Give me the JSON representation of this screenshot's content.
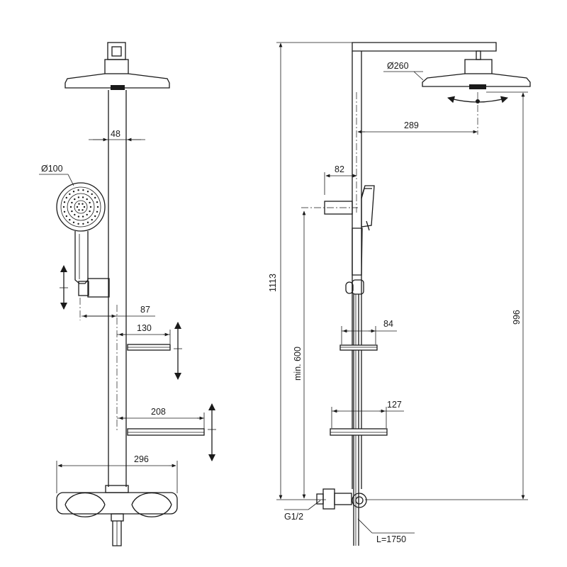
{
  "front_view": {
    "shower_width": "48",
    "hand_shower_dia": "Ø100",
    "hand_offset": "87",
    "shelf_small": "130",
    "shelf_large": "208",
    "mixer_width": "296"
  },
  "side_view": {
    "head_dia": "Ø260",
    "arm_reach": "289",
    "holder_depth": "82",
    "total_height": "1113",
    "head_height": "996",
    "min_height": "min. 600",
    "shelf_small_depth": "84",
    "shelf_large_depth": "127",
    "inlet_thread": "G1/2",
    "hose_length": "L=1750"
  }
}
